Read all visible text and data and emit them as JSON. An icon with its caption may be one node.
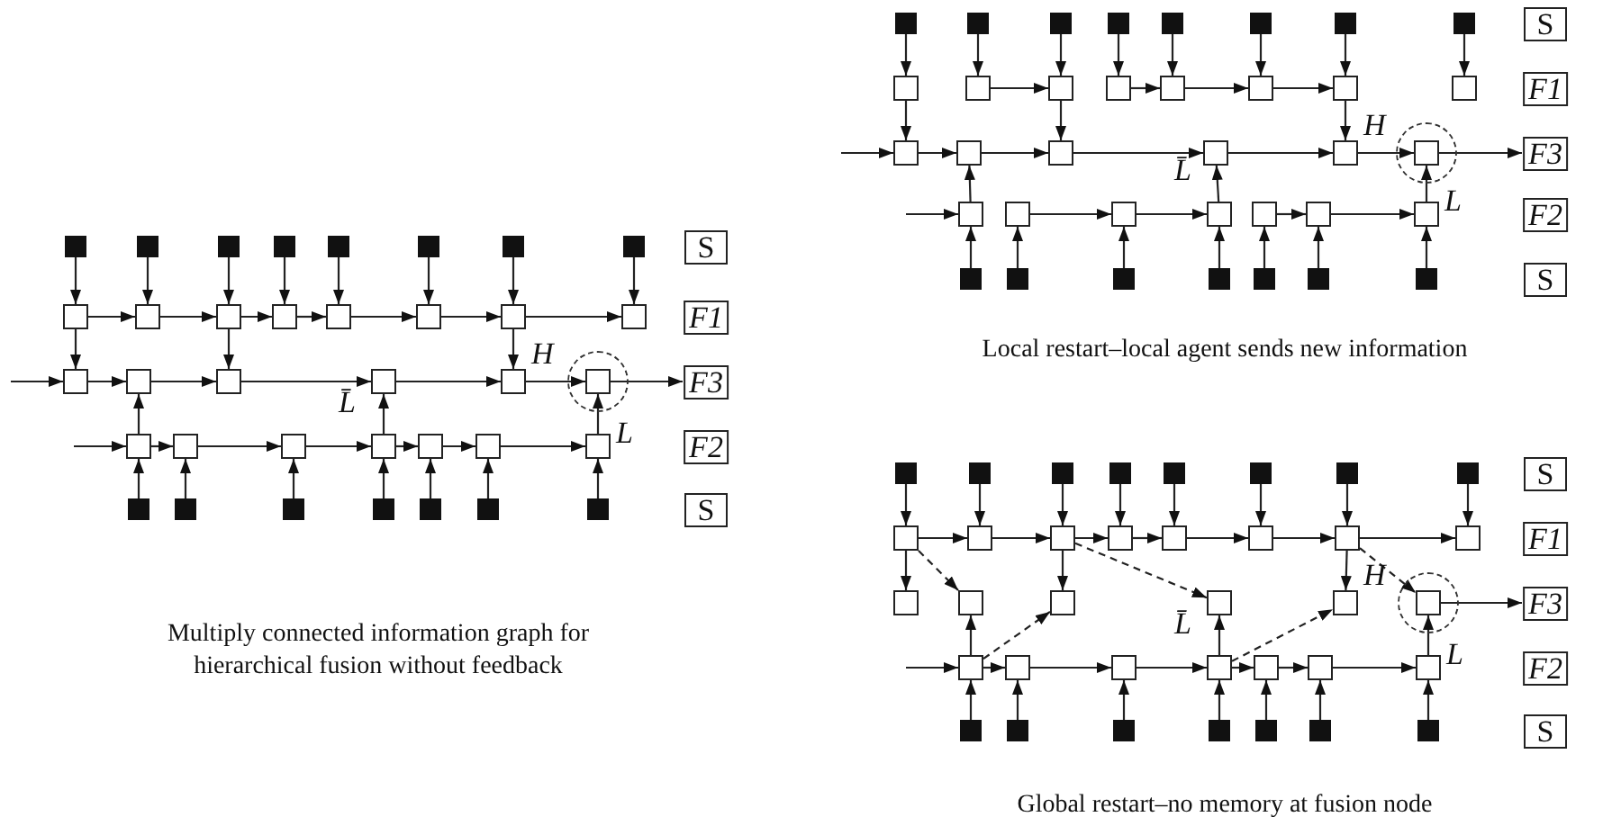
{
  "diagram": {
    "nodes": [
      {
        "text": [],
        "shape": "box"
      },
      {
        "text": [],
        "shape": "box"
      },
      {
        "text": [],
        "shape": "box"
      },
      {
        "text": [],
        "shape": "box"
      },
      {
        "text": [],
        "shape": "box"
      },
      {
        "text": [],
        "shape": "box"
      },
      {
        "text": [],
        "shape": "box"
      },
      {
        "text": [],
        "shape": "box"
      },
      {
        "text": [],
        "shape": "box"
      },
      {
        "text": [],
        "shape": "box"
      },
      {
        "text": [],
        "shape": "box"
      },
      {
        "text": [],
        "shape": "box"
      },
      {
        "text": [],
        "shape": "box"
      },
      {
        "text": [],
        "shape": "box"
      },
      {
        "text": [],
        "shape": "box"
      },
      {
        "text": [],
        "shape": "box"
      },
      {
        "text": [],
        "shape": "box"
      },
      {
        "text": [],
        "shape": "box"
      },
      {
        "text": [],
        "shape": "box"
      },
      {
        "text": [],
        "shape": "box"
      },
      {
        "text": [],
        "shape": "box",
        "beside": [
          "H"
        ]
      },
      {
        "text": [],
        "shape": "circle"
      },
      {
        "text": [],
        "shape": "box",
        "in": 21
      },
      {
        "text": [],
        "shape": "box"
      },
      {
        "text": [],
        "shape": "box"
      },
      {
        "text": [],
        "shape": "box"
      },
      {
        "text": [],
        "shape": "box",
        "beside": [
          "L̄"
        ]
      },
      {
        "text": [],
        "shape": "box"
      },
      {
        "text": [],
        "shape": "box"
      },
      {
        "text": [],
        "shape": "box",
        "beside": [
          "L"
        ]
      },
      {
        "text": [],
        "shape": "box"
      },
      {
        "text": [],
        "shape": "box"
      },
      {
        "text": [],
        "shape": "box"
      },
      {
        "text": [],
        "shape": "box"
      },
      {
        "text": [],
        "shape": "box"
      },
      {
        "text": [],
        "shape": "box"
      },
      {
        "text": [],
        "shape": "box"
      },
      {
        "text": [
          "S"
        ]
      },
      {
        "text": [
          "F1"
        ]
      },
      {
        "text": [
          "F3"
        ]
      },
      {
        "text": [
          "F2"
        ]
      },
      {
        "text": [
          "S"
        ]
      },
      {
        "text": [],
        "shape": "box"
      },
      {
        "text": [],
        "shape": "box"
      },
      {
        "text": [],
        "shape": "box"
      },
      {
        "text": [],
        "shape": "box"
      },
      {
        "text": [],
        "shape": "box"
      },
      {
        "text": [],
        "shape": "box"
      },
      {
        "text": [],
        "shape": "box"
      },
      {
        "text": [],
        "shape": "box"
      },
      {
        "text": [],
        "shape": "box"
      },
      {
        "text": [],
        "shape": "box"
      },
      {
        "text": [],
        "shape": "box"
      },
      {
        "text": [],
        "shape": "box"
      },
      {
        "text": [],
        "shape": "box"
      },
      {
        "text": [],
        "shape": "box"
      },
      {
        "text": [],
        "shape": "box"
      },
      {
        "text": [],
        "shape": "box"
      },
      {
        "text": [],
        "shape": "box"
      },
      {
        "text": [],
        "shape": "box"
      },
      {
        "text": [],
        "shape": "box"
      },
      {
        "text": [],
        "shape": "box"
      },
      {
        "text": [],
        "shape": "box",
        "beside": [
          "H"
        ]
      },
      {
        "text": [],
        "shape": "circle"
      },
      {
        "text": [],
        "shape": "box",
        "in": 63
      },
      {
        "text": [],
        "shape": "box"
      },
      {
        "text": [],
        "shape": "box"
      },
      {
        "text": [],
        "shape": "box"
      },
      {
        "text": [],
        "shape": "box",
        "beside": [
          "L̄"
        ]
      },
      {
        "text": [],
        "shape": "box"
      },
      {
        "text": [],
        "shape": "box"
      },
      {
        "text": [],
        "shape": "box",
        "beside": [
          "L"
        ]
      },
      {
        "text": [],
        "shape": "box"
      },
      {
        "text": [],
        "shape": "box"
      },
      {
        "text": [],
        "shape": "box"
      },
      {
        "text": [],
        "shape": "box"
      },
      {
        "text": [],
        "shape": "box"
      },
      {
        "text": [],
        "shape": "box"
      },
      {
        "text": [],
        "shape": "box"
      },
      {
        "text": [
          "S"
        ]
      },
      {
        "text": [
          "F1"
        ]
      },
      {
        "text": [
          "F3"
        ]
      },
      {
        "text": [
          "F2"
        ]
      },
      {
        "text": [
          "S"
        ]
      },
      {
        "text": [],
        "shape": "box"
      },
      {
        "text": [],
        "shape": "box"
      },
      {
        "text": [],
        "shape": "box"
      },
      {
        "text": [],
        "shape": "box"
      },
      {
        "text": [],
        "shape": "box"
      },
      {
        "text": [],
        "shape": "box"
      },
      {
        "text": [],
        "shape": "box"
      },
      {
        "text": [],
        "shape": "box"
      },
      {
        "text": [],
        "shape": "box"
      },
      {
        "text": [],
        "shape": "box"
      },
      {
        "text": [],
        "shape": "box"
      },
      {
        "text": [],
        "shape": "box"
      },
      {
        "text": [],
        "shape": "box"
      },
      {
        "text": [],
        "shape": "box"
      },
      {
        "text": [],
        "shape": "box"
      },
      {
        "text": [],
        "shape": "box"
      },
      {
        "text": [],
        "shape": "box"
      },
      {
        "text": [],
        "shape": "box"
      },
      {
        "text": [],
        "shape": "box"
      },
      {
        "text": [],
        "shape": "box"
      },
      {
        "text": [],
        "shape": "box",
        "beside": [
          "H"
        ]
      },
      {
        "text": [],
        "shape": "circle"
      },
      {
        "text": [],
        "shape": "box",
        "in": 105
      },
      {
        "text": [],
        "shape": "box"
      },
      {
        "text": [],
        "shape": "box"
      },
      {
        "text": [],
        "shape": "box"
      },
      {
        "text": [],
        "shape": "box",
        "beside": [
          "L̄"
        ]
      },
      {
        "text": [],
        "shape": "box"
      },
      {
        "text": [],
        "shape": "box"
      },
      {
        "text": [],
        "shape": "box",
        "beside": [
          "L"
        ]
      },
      {
        "text": [],
        "shape": "box"
      },
      {
        "text": [],
        "shape": "box"
      },
      {
        "text": [],
        "shape": "box"
      },
      {
        "text": [],
        "shape": "box"
      },
      {
        "text": [],
        "shape": "box"
      },
      {
        "text": [],
        "shape": "box"
      },
      {
        "text": [],
        "shape": "box"
      },
      {
        "text": [
          "S"
        ]
      },
      {
        "text": [
          "F1"
        ]
      },
      {
        "text": [
          "F3"
        ]
      },
      {
        "text": [
          "F2"
        ]
      },
      {
        "text": [
          "S"
        ]
      }
    ],
    "edges": [
      {
        "from": 0,
        "to": 8,
        "arrow": "to"
      },
      {
        "from": 1,
        "to": 9,
        "arrow": "to"
      },
      {
        "from": 2,
        "to": 10,
        "arrow": "to"
      },
      {
        "from": 3,
        "to": 11,
        "arrow": "to"
      },
      {
        "from": 4,
        "to": 12,
        "arrow": "to"
      },
      {
        "from": 5,
        "to": 13,
        "arrow": "to"
      },
      {
        "from": 6,
        "to": 14,
        "arrow": "to"
      },
      {
        "from": 7,
        "to": 15,
        "arrow": "to"
      },
      {
        "from": 8,
        "to": 9,
        "arrow": "to"
      },
      {
        "from": 9,
        "to": 10,
        "arrow": "to"
      },
      {
        "from": 10,
        "to": 11,
        "arrow": "to"
      },
      {
        "from": 11,
        "to": 12,
        "arrow": "to"
      },
      {
        "from": 12,
        "to": 13,
        "arrow": "to"
      },
      {
        "from": 13,
        "to": 14,
        "arrow": "to"
      },
      {
        "from": 14,
        "to": 15,
        "arrow": "to"
      },
      {
        "from": 8,
        "to": 16,
        "arrow": "to"
      },
      {
        "from": 10,
        "to": 18,
        "arrow": "to"
      },
      {
        "from": 14,
        "to": 20,
        "arrow": "to"
      },
      {
        "from": null,
        "to": 16,
        "arrow": "to"
      },
      {
        "from": 16,
        "to": 17,
        "arrow": "to"
      },
      {
        "from": 17,
        "to": 18,
        "arrow": "to"
      },
      {
        "from": 18,
        "to": 19,
        "arrow": "to"
      },
      {
        "from": 19,
        "to": 20,
        "arrow": "to"
      },
      {
        "from": 20,
        "to": 22,
        "arrow": "to"
      },
      {
        "from": 22,
        "to": 39,
        "arrow": "to"
      },
      {
        "from": 23,
        "to": 17,
        "arrow": "to"
      },
      {
        "from": 26,
        "to": 19,
        "arrow": "to"
      },
      {
        "from": 29,
        "to": 22,
        "arrow": "to"
      },
      {
        "from": null,
        "to": 23,
        "arrow": "to"
      },
      {
        "from": 23,
        "to": 24,
        "arrow": "to"
      },
      {
        "from": 24,
        "to": 25,
        "arrow": "to"
      },
      {
        "from": 25,
        "to": 26,
        "arrow": "to"
      },
      {
        "from": 26,
        "to": 27,
        "arrow": "to"
      },
      {
        "from": 27,
        "to": 28,
        "arrow": "to"
      },
      {
        "from": 28,
        "to": 29,
        "arrow": "to"
      },
      {
        "from": 30,
        "to": 23,
        "arrow": "to"
      },
      {
        "from": 31,
        "to": 24,
        "arrow": "to"
      },
      {
        "from": 32,
        "to": 25,
        "arrow": "to"
      },
      {
        "from": 33,
        "to": 26,
        "arrow": "to"
      },
      {
        "from": 34,
        "to": 27,
        "arrow": "to"
      },
      {
        "from": 35,
        "to": 28,
        "arrow": "to"
      },
      {
        "from": 36,
        "to": 29,
        "arrow": "to"
      },
      {
        "from": 42,
        "to": 50,
        "arrow": "to"
      },
      {
        "from": 43,
        "to": 51,
        "arrow": "to"
      },
      {
        "from": 44,
        "to": 52,
        "arrow": "to"
      },
      {
        "from": 45,
        "to": 53,
        "arrow": "to"
      },
      {
        "from": 46,
        "to": 54,
        "arrow": "to"
      },
      {
        "from": 47,
        "to": 55,
        "arrow": "to"
      },
      {
        "from": 48,
        "to": 56,
        "arrow": "to"
      },
      {
        "from": 49,
        "to": 57,
        "arrow": "to"
      },
      {
        "from": 51,
        "to": 52,
        "arrow": "to"
      },
      {
        "from": 53,
        "to": 54,
        "arrow": "to"
      },
      {
        "from": 54,
        "to": 55,
        "arrow": "to"
      },
      {
        "from": 55,
        "to": 56,
        "arrow": "to"
      },
      {
        "from": 50,
        "to": 58,
        "arrow": "to"
      },
      {
        "from": 52,
        "to": 60,
        "arrow": "to"
      },
      {
        "from": 56,
        "to": 62,
        "arrow": "to"
      },
      {
        "from": null,
        "to": 58,
        "arrow": "to"
      },
      {
        "from": 58,
        "to": 59,
        "arrow": "to"
      },
      {
        "from": 59,
        "to": 60,
        "arrow": "to"
      },
      {
        "from": 60,
        "to": 61,
        "arrow": "to"
      },
      {
        "from": 61,
        "to": 62,
        "arrow": "to"
      },
      {
        "from": 62,
        "to": 64,
        "arrow": "to"
      },
      {
        "from": 64,
        "to": 81,
        "arrow": "to"
      },
      {
        "from": 65,
        "to": 59,
        "arrow": "to"
      },
      {
        "from": 68,
        "to": 61,
        "arrow": "to"
      },
      {
        "from": 71,
        "to": 64,
        "arrow": "to"
      },
      {
        "from": null,
        "to": 65,
        "arrow": "to"
      },
      {
        "from": 66,
        "to": 67,
        "arrow": "to"
      },
      {
        "from": 67,
        "to": 68,
        "arrow": "to"
      },
      {
        "from": 69,
        "to": 70,
        "arrow": "to"
      },
      {
        "from": 70,
        "to": 71,
        "arrow": "to"
      },
      {
        "from": 72,
        "to": 65,
        "arrow": "to"
      },
      {
        "from": 73,
        "to": 66,
        "arrow": "to"
      },
      {
        "from": 74,
        "to": 67,
        "arrow": "to"
      },
      {
        "from": 75,
        "to": 68,
        "arrow": "to"
      },
      {
        "from": 76,
        "to": 69,
        "arrow": "to"
      },
      {
        "from": 77,
        "to": 70,
        "arrow": "to"
      },
      {
        "from": 78,
        "to": 71,
        "arrow": "to"
      },
      {
        "from": 84,
        "to": 92,
        "arrow": "to"
      },
      {
        "from": 85,
        "to": 93,
        "arrow": "to"
      },
      {
        "from": 86,
        "to": 94,
        "arrow": "to"
      },
      {
        "from": 87,
        "to": 95,
        "arrow": "to"
      },
      {
        "from": 88,
        "to": 96,
        "arrow": "to"
      },
      {
        "from": 89,
        "to": 97,
        "arrow": "to"
      },
      {
        "from": 90,
        "to": 98,
        "arrow": "to"
      },
      {
        "from": 91,
        "to": 99,
        "arrow": "to"
      },
      {
        "from": 92,
        "to": 93,
        "arrow": "to"
      },
      {
        "from": 93,
        "to": 94,
        "arrow": "to"
      },
      {
        "from": 94,
        "to": 95,
        "arrow": "to"
      },
      {
        "from": 95,
        "to": 96,
        "arrow": "to"
      },
      {
        "from": 96,
        "to": 97,
        "arrow": "to"
      },
      {
        "from": 97,
        "to": 98,
        "arrow": "to"
      },
      {
        "from": 98,
        "to": 99,
        "arrow": "to"
      },
      {
        "from": 92,
        "to": 100,
        "arrow": "to"
      },
      {
        "from": 92,
        "to": 101,
        "arrow": "to",
        "style": "dashed"
      },
      {
        "from": 94,
        "to": 102,
        "arrow": "to"
      },
      {
        "from": 94,
        "to": 103,
        "arrow": "to",
        "style": "dashed"
      },
      {
        "from": 98,
        "to": 104,
        "arrow": "to"
      },
      {
        "from": 98,
        "to": 106,
        "arrow": "to",
        "style": "dashed"
      },
      {
        "from": 107,
        "to": 101,
        "arrow": "to"
      },
      {
        "from": 107,
        "to": 102,
        "arrow": "to",
        "style": "dashed"
      },
      {
        "from": 110,
        "to": 103,
        "arrow": "to"
      },
      {
        "from": 110,
        "to": 104,
        "arrow": "to",
        "style": "dashed"
      },
      {
        "from": 113,
        "to": 106,
        "arrow": "to"
      },
      {
        "from": 106,
        "to": 123,
        "arrow": "to"
      },
      {
        "from": null,
        "to": 107,
        "arrow": "to"
      },
      {
        "from": 107,
        "to": 108,
        "arrow": "to"
      },
      {
        "from": 108,
        "to": 109,
        "arrow": "to"
      },
      {
        "from": 109,
        "to": 110,
        "arrow": "to"
      },
      {
        "from": 110,
        "to": 111,
        "arrow": "to"
      },
      {
        "from": 111,
        "to": 112,
        "arrow": "to"
      },
      {
        "from": 112,
        "to": 113,
        "arrow": "to"
      },
      {
        "from": 114,
        "to": 107,
        "arrow": "to"
      },
      {
        "from": 115,
        "to": 108,
        "arrow": "to"
      },
      {
        "from": 116,
        "to": 109,
        "arrow": "to"
      },
      {
        "from": 117,
        "to": 110,
        "arrow": "to"
      },
      {
        "from": 118,
        "to": 111,
        "arrow": "to"
      },
      {
        "from": 119,
        "to": 112,
        "arrow": "to"
      },
      {
        "from": 120,
        "to": 113,
        "arrow": "to"
      }
    ],
    "labels": [
      "Multiply connected information graph for hierarchical fusion without feedback",
      "Local restart–local agent sends new information",
      "Global restart–no memory at fusion node"
    ]
  }
}
